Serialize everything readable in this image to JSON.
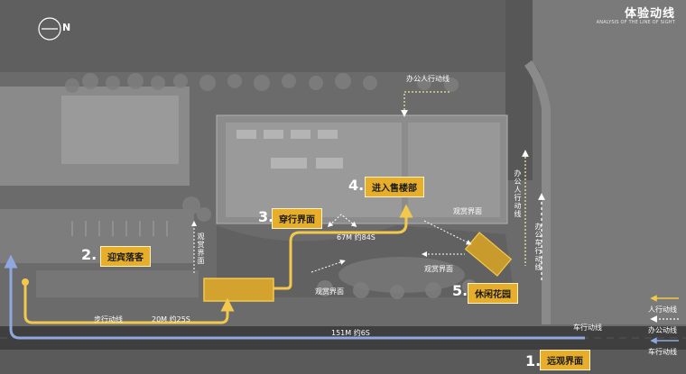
{
  "header": {
    "title": "体验动线",
    "subtitle": "ANALYSIS OF THE LINE OF SIGHT"
  },
  "compass": {
    "label": "N"
  },
  "stops": [
    {
      "num": "1.",
      "label": "远观界面"
    },
    {
      "num": "2.",
      "label": "迎宾落客"
    },
    {
      "num": "3.",
      "label": "穿行界面"
    },
    {
      "num": "4.",
      "label": "进入售楼部"
    },
    {
      "num": "5.",
      "label": "休闲花园"
    }
  ],
  "annotations": {
    "walk_route": "步行动线",
    "walk_distance": "20M 约25S",
    "car_distance": "151M 约6S",
    "car_route": "车行动线",
    "path_distance": "67M 约84S",
    "office_route_top": "办公人行动线",
    "office_route_vertical": "办公人行动线",
    "office_car_vertical": "办公车行动线",
    "view_face_vertical": "观赏界面",
    "view_face_1": "观赏界面",
    "view_face_2": "观赏界面",
    "view_face_3": "观赏界面"
  },
  "legend": [
    {
      "label": "人行动线",
      "color": "#f2c94c"
    },
    {
      "label": "办公动线",
      "color": "#ffffff"
    },
    {
      "label": "车行动线",
      "color": "#8fa8e0"
    }
  ],
  "colors": {
    "background": "#6e6e6e",
    "route_yellow": "#f2c94c",
    "box_yellow": "#e6ae2a",
    "car_blue": "#8fa8e0"
  }
}
